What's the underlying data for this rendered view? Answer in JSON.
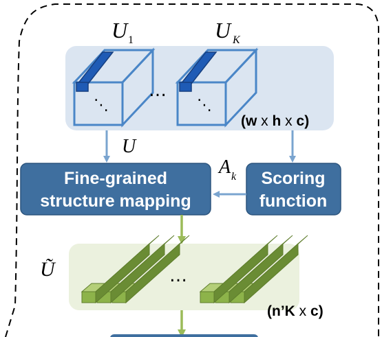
{
  "labels": {
    "u1_base": "U",
    "u1_sub": "1",
    "uk_base": "U",
    "uk_sub": "K",
    "ellipsis_top": "…",
    "dots_diag": "⋱",
    "dim_top_open": "(",
    "dim_top_w": "w",
    "dim_top_x1": " x ",
    "dim_top_h": "h",
    "dim_top_x2": " x ",
    "dim_top_c": "c",
    "dim_top_close": ")",
    "u_label": "U",
    "ak_base": "A",
    "ak_sub": "k",
    "u_tilde": "Ũ",
    "ellipsis_bottom": "…",
    "dim_bottom_prefix": "(n’K",
    "dim_bottom_x": " x ",
    "dim_bottom_c": "c",
    "dim_bottom_close": ")"
  },
  "boxes": {
    "fine_grained_line1": "Fine-grained",
    "fine_grained_line2": "structure mapping",
    "scoring_line1": "Scoring",
    "scoring_line2": "function"
  },
  "colors": {
    "box_fill": "#3f6f9f",
    "blue_panel": "#dbe5f1",
    "green_panel": "#ebf1de",
    "cube_stroke": "#4a86c7",
    "bar_fill": "#1f5bb5",
    "arrow_blue": "#7aa4cf",
    "arrow_green": "#9bbb59",
    "green_bar_face": "#8db34a",
    "green_bar_dark": "#6a8c34"
  }
}
